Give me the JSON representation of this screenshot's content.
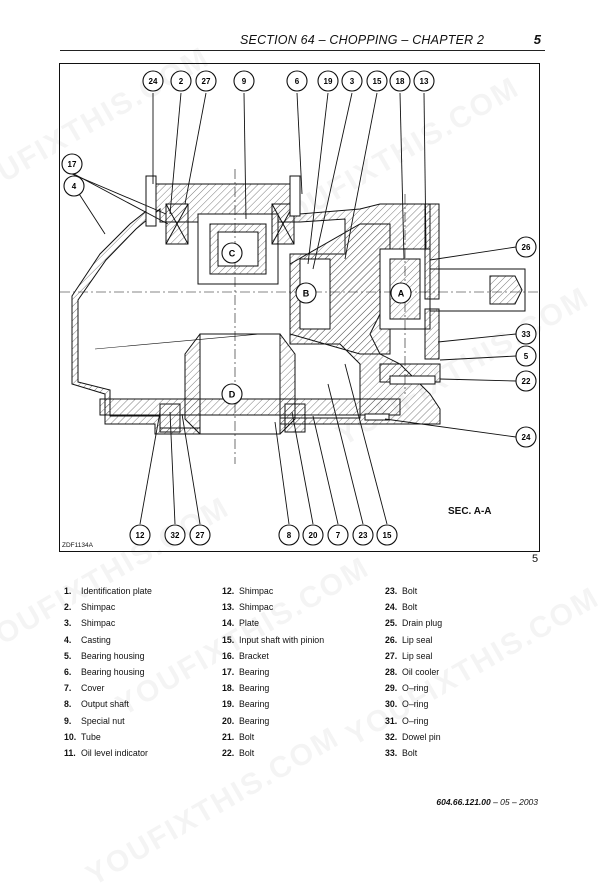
{
  "header": {
    "title": "SECTION 64 – CHOPPING – CHAPTER 2",
    "page_number": "5"
  },
  "figure": {
    "code": "ZDF1134A",
    "section_label": "SEC. A-A",
    "number": "5",
    "sections": {
      "a": "A",
      "b": "B",
      "c": "C",
      "d": "D"
    },
    "callouts_top": [
      "24",
      "2",
      "27",
      "9",
      "6",
      "19",
      "3",
      "15",
      "18",
      "13"
    ],
    "callouts_left": [
      "17",
      "4"
    ],
    "callouts_right": [
      "26",
      "33",
      "5",
      "22",
      "24"
    ],
    "callouts_bottom": [
      "12",
      "32",
      "27",
      "8",
      "20",
      "7",
      "23",
      "15"
    ]
  },
  "legend": [
    [
      {
        "n": "1.",
        "t": "Identification plate"
      },
      {
        "n": "2.",
        "t": "Shimpac"
      },
      {
        "n": "3.",
        "t": "Shimpac"
      },
      {
        "n": "4.",
        "t": "Casting"
      },
      {
        "n": "5.",
        "t": "Bearing housing"
      },
      {
        "n": "6.",
        "t": "Bearing housing"
      },
      {
        "n": "7.",
        "t": "Cover"
      },
      {
        "n": "8.",
        "t": "Output shaft"
      },
      {
        "n": "9.",
        "t": "Special nut"
      },
      {
        "n": "10.",
        "t": "Tube"
      },
      {
        "n": "11.",
        "t": "Oil level indicator"
      }
    ],
    [
      {
        "n": "12.",
        "t": "Shimpac"
      },
      {
        "n": "13.",
        "t": "Shimpac"
      },
      {
        "n": "14.",
        "t": "Plate"
      },
      {
        "n": "15.",
        "t": "Input shaft with pinion"
      },
      {
        "n": "16.",
        "t": "Bracket"
      },
      {
        "n": "17.",
        "t": "Bearing"
      },
      {
        "n": "18.",
        "t": "Bearing"
      },
      {
        "n": "19.",
        "t": "Bearing"
      },
      {
        "n": "20.",
        "t": "Bearing"
      },
      {
        "n": "21.",
        "t": "Bolt"
      },
      {
        "n": "22.",
        "t": "Bolt"
      }
    ],
    [
      {
        "n": "23.",
        "t": "Bolt"
      },
      {
        "n": "24.",
        "t": "Bolt"
      },
      {
        "n": "25.",
        "t": "Drain plug"
      },
      {
        "n": "26.",
        "t": "Lip seal"
      },
      {
        "n": "27.",
        "t": "Lip seal"
      },
      {
        "n": "28.",
        "t": "Oil cooler"
      },
      {
        "n": "29.",
        "t": "O–ring"
      },
      {
        "n": "30.",
        "t": "O–ring"
      },
      {
        "n": "31.",
        "t": "O–ring"
      },
      {
        "n": "32.",
        "t": "Dowel pin"
      },
      {
        "n": "33.",
        "t": "Bolt"
      }
    ]
  ],
  "footer": {
    "code": "604.66.121.00",
    "date": " – 05 – 2003"
  },
  "watermark": "YOUFIXTHIS.COM"
}
